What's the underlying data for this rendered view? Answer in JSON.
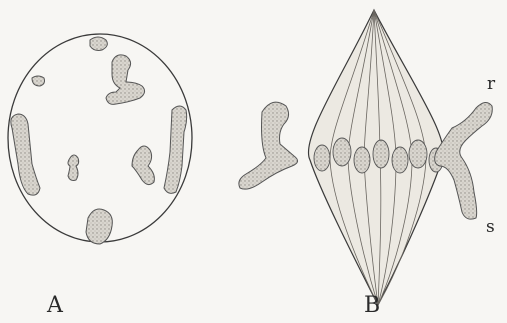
{
  "figure": {
    "panels": [
      {
        "label": "A"
      },
      {
        "label": "B"
      }
    ],
    "annotations": [
      {
        "label": "r"
      },
      {
        "label": "s"
      }
    ],
    "colors": {
      "ink": "#3a3a3a",
      "chromosome_fill": "#d9d6cf",
      "background": "#f7f6f3"
    }
  }
}
